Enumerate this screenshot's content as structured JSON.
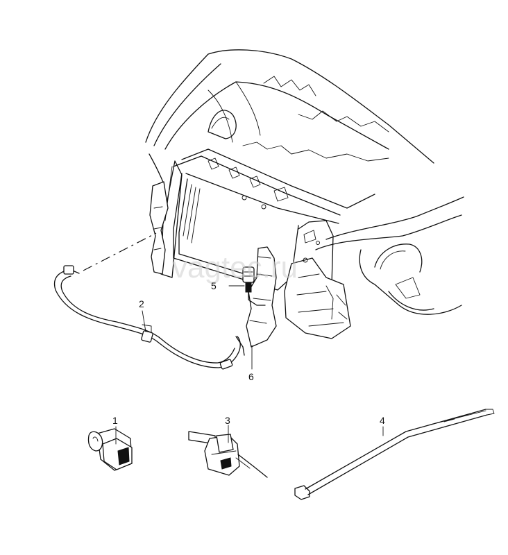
{
  "watermark": "vagtec.ru",
  "callouts": [
    {
      "id": "1",
      "label": "1"
    },
    {
      "id": "2",
      "label": "2"
    },
    {
      "id": "3",
      "label": "3"
    },
    {
      "id": "4",
      "label": "4"
    },
    {
      "id": "5",
      "label": "5"
    },
    {
      "id": "6",
      "label": "6"
    }
  ]
}
